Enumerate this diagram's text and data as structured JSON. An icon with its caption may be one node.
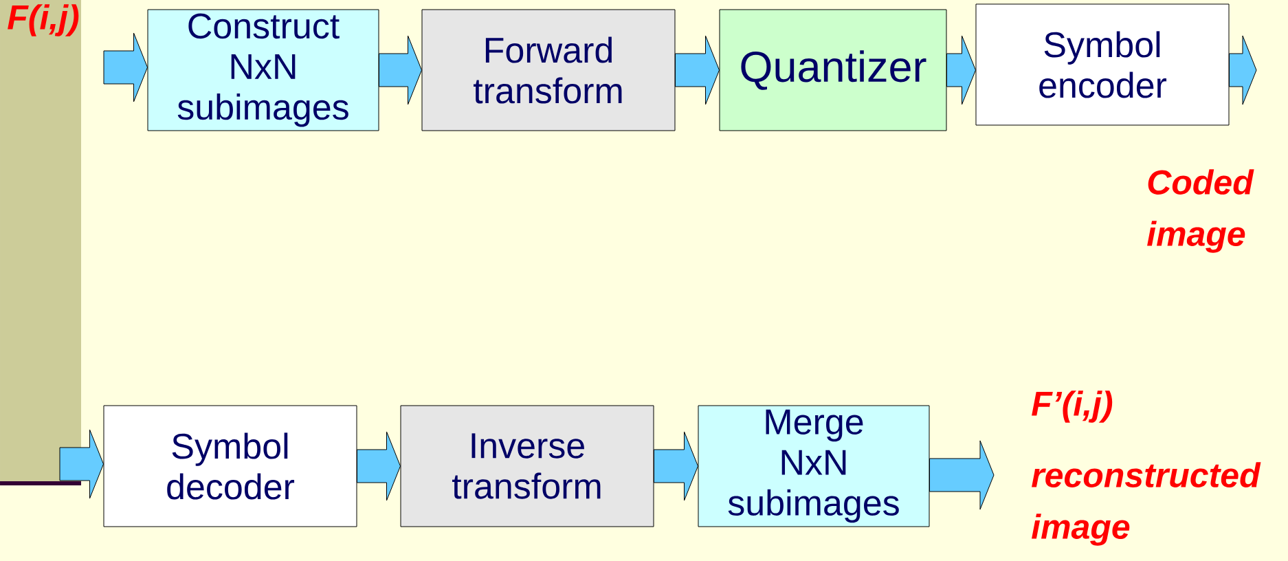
{
  "diagram": {
    "nodes": [
      {
        "text": [
          "Construct NxN subimages"
        ]
      },
      {
        "text": [
          "Forward transform"
        ]
      },
      {
        "text": [
          "Quantizer"
        ]
      },
      {
        "text": [
          "Symbol encoder"
        ]
      },
      {
        "text": [
          "Symbol decoder"
        ]
      },
      {
        "text": [
          "Inverse transform"
        ]
      },
      {
        "text": [
          "Merge NxN subimages"
        ]
      }
    ],
    "edges": [
      {
        "from": null,
        "to": 0,
        "arrow": "to"
      },
      {
        "from": 0,
        "to": 1,
        "arrow": "to"
      },
      {
        "from": 1,
        "to": 2,
        "arrow": "to"
      },
      {
        "from": 2,
        "to": 3,
        "arrow": "to"
      },
      {
        "from": 3,
        "to": null,
        "arrow": "to"
      },
      {
        "from": null,
        "to": 4,
        "arrow": "to"
      },
      {
        "from": 4,
        "to": 5,
        "arrow": "to"
      },
      {
        "from": 5,
        "to": 6,
        "arrow": "to"
      },
      {
        "from": 6,
        "to": null,
        "arrow": "to"
      }
    ],
    "labels": [
      "F(i,j)",
      "Coded image",
      "F’(i,j)",
      "reconstructed image"
    ]
  }
}
